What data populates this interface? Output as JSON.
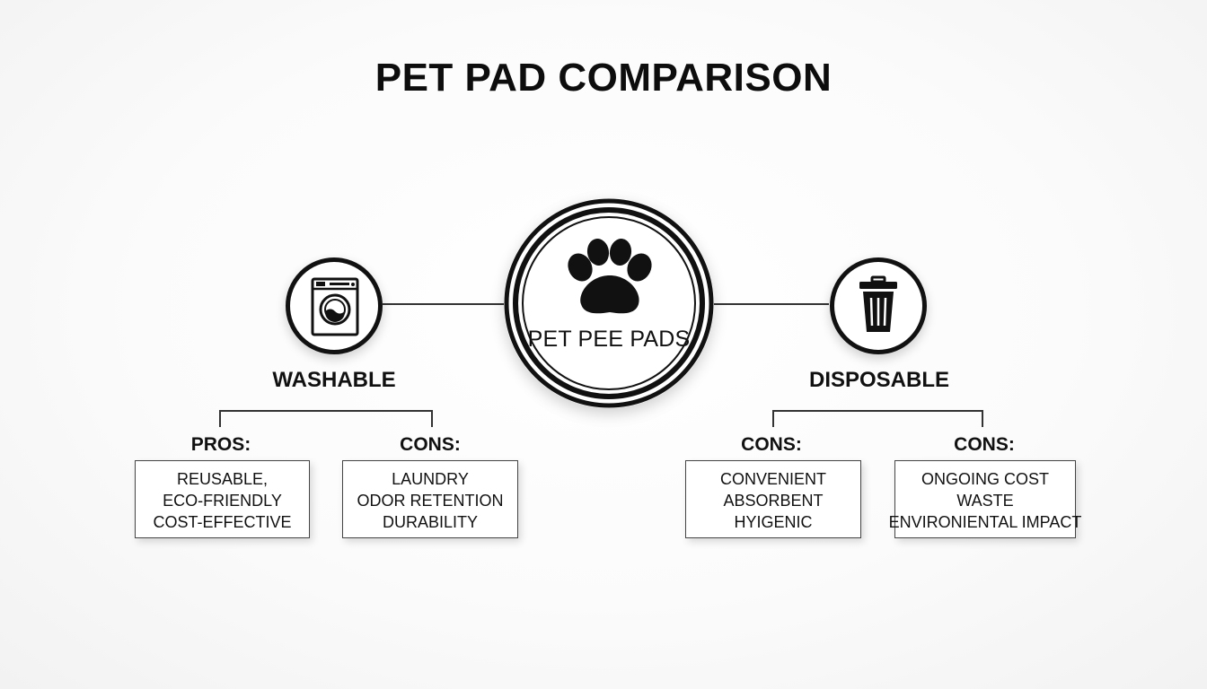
{
  "title": "PET PAD COMPARISON",
  "center": {
    "label": "PET PEE PADS",
    "icon": "paw-icon"
  },
  "branches": {
    "washable": {
      "label": "WASHABLE",
      "icon": "washing-machine-icon",
      "columns": [
        {
          "heading": "PROS:",
          "items": [
            "REUSABLE,",
            "ECO-FRIENDLY",
            "COST-EFFECTIVE"
          ]
        },
        {
          "heading": "CONS:",
          "items": [
            "LAUNDRY",
            "ODOR RETENTION",
            "DURABILITY"
          ]
        }
      ]
    },
    "disposable": {
      "label": "DISPOSABLE",
      "icon": "trash-can-icon",
      "columns": [
        {
          "heading": "CONS:",
          "items": [
            "CONVENIENT",
            "ABSORBENT",
            "HYIGENIC"
          ]
        },
        {
          "heading": "CONS:",
          "items": [
            "ONGOING COST",
            "WASTE",
            "ENVIRONIENTAL IMPACT"
          ]
        }
      ]
    }
  },
  "colors": {
    "ink": "#111111",
    "background": "#f7f7f7",
    "box_fill": "#ffffff"
  }
}
